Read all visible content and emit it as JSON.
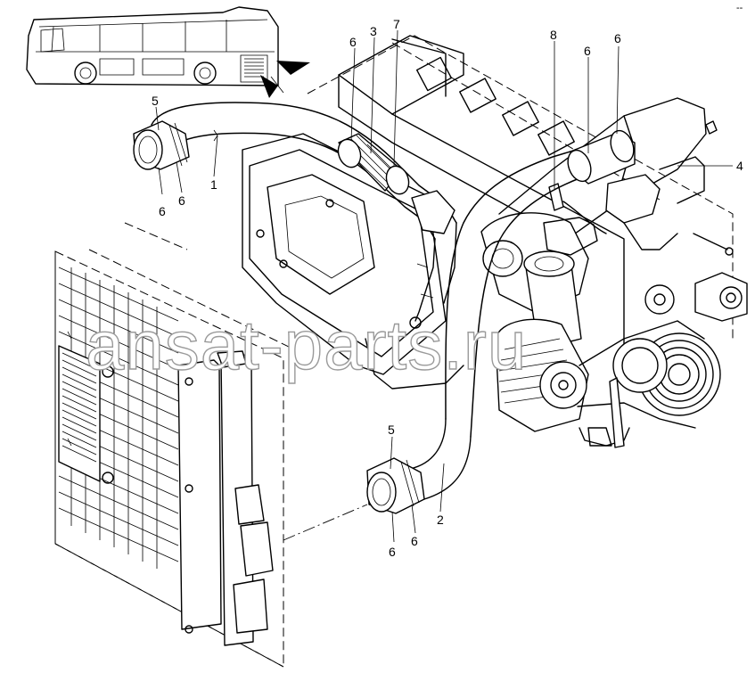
{
  "watermark": "ansat-parts.ru",
  "corner_mark": "--",
  "callouts": [
    {
      "id": "c-5-top",
      "text": "5"
    },
    {
      "id": "c-6-a",
      "text": "6"
    },
    {
      "id": "c-6-b",
      "text": "6"
    },
    {
      "id": "c-1",
      "text": "1"
    },
    {
      "id": "c-6-c",
      "text": "6"
    },
    {
      "id": "c-3",
      "text": "3"
    },
    {
      "id": "c-7",
      "text": "7"
    },
    {
      "id": "c-8",
      "text": "8"
    },
    {
      "id": "c-6-d",
      "text": "6"
    },
    {
      "id": "c-6-e",
      "text": "6"
    },
    {
      "id": "c-4",
      "text": "4"
    },
    {
      "id": "c-5-bottom",
      "text": "5"
    },
    {
      "id": "c-6-f",
      "text": "6"
    },
    {
      "id": "c-6-g",
      "text": "6"
    },
    {
      "id": "c-2",
      "text": "2"
    }
  ]
}
